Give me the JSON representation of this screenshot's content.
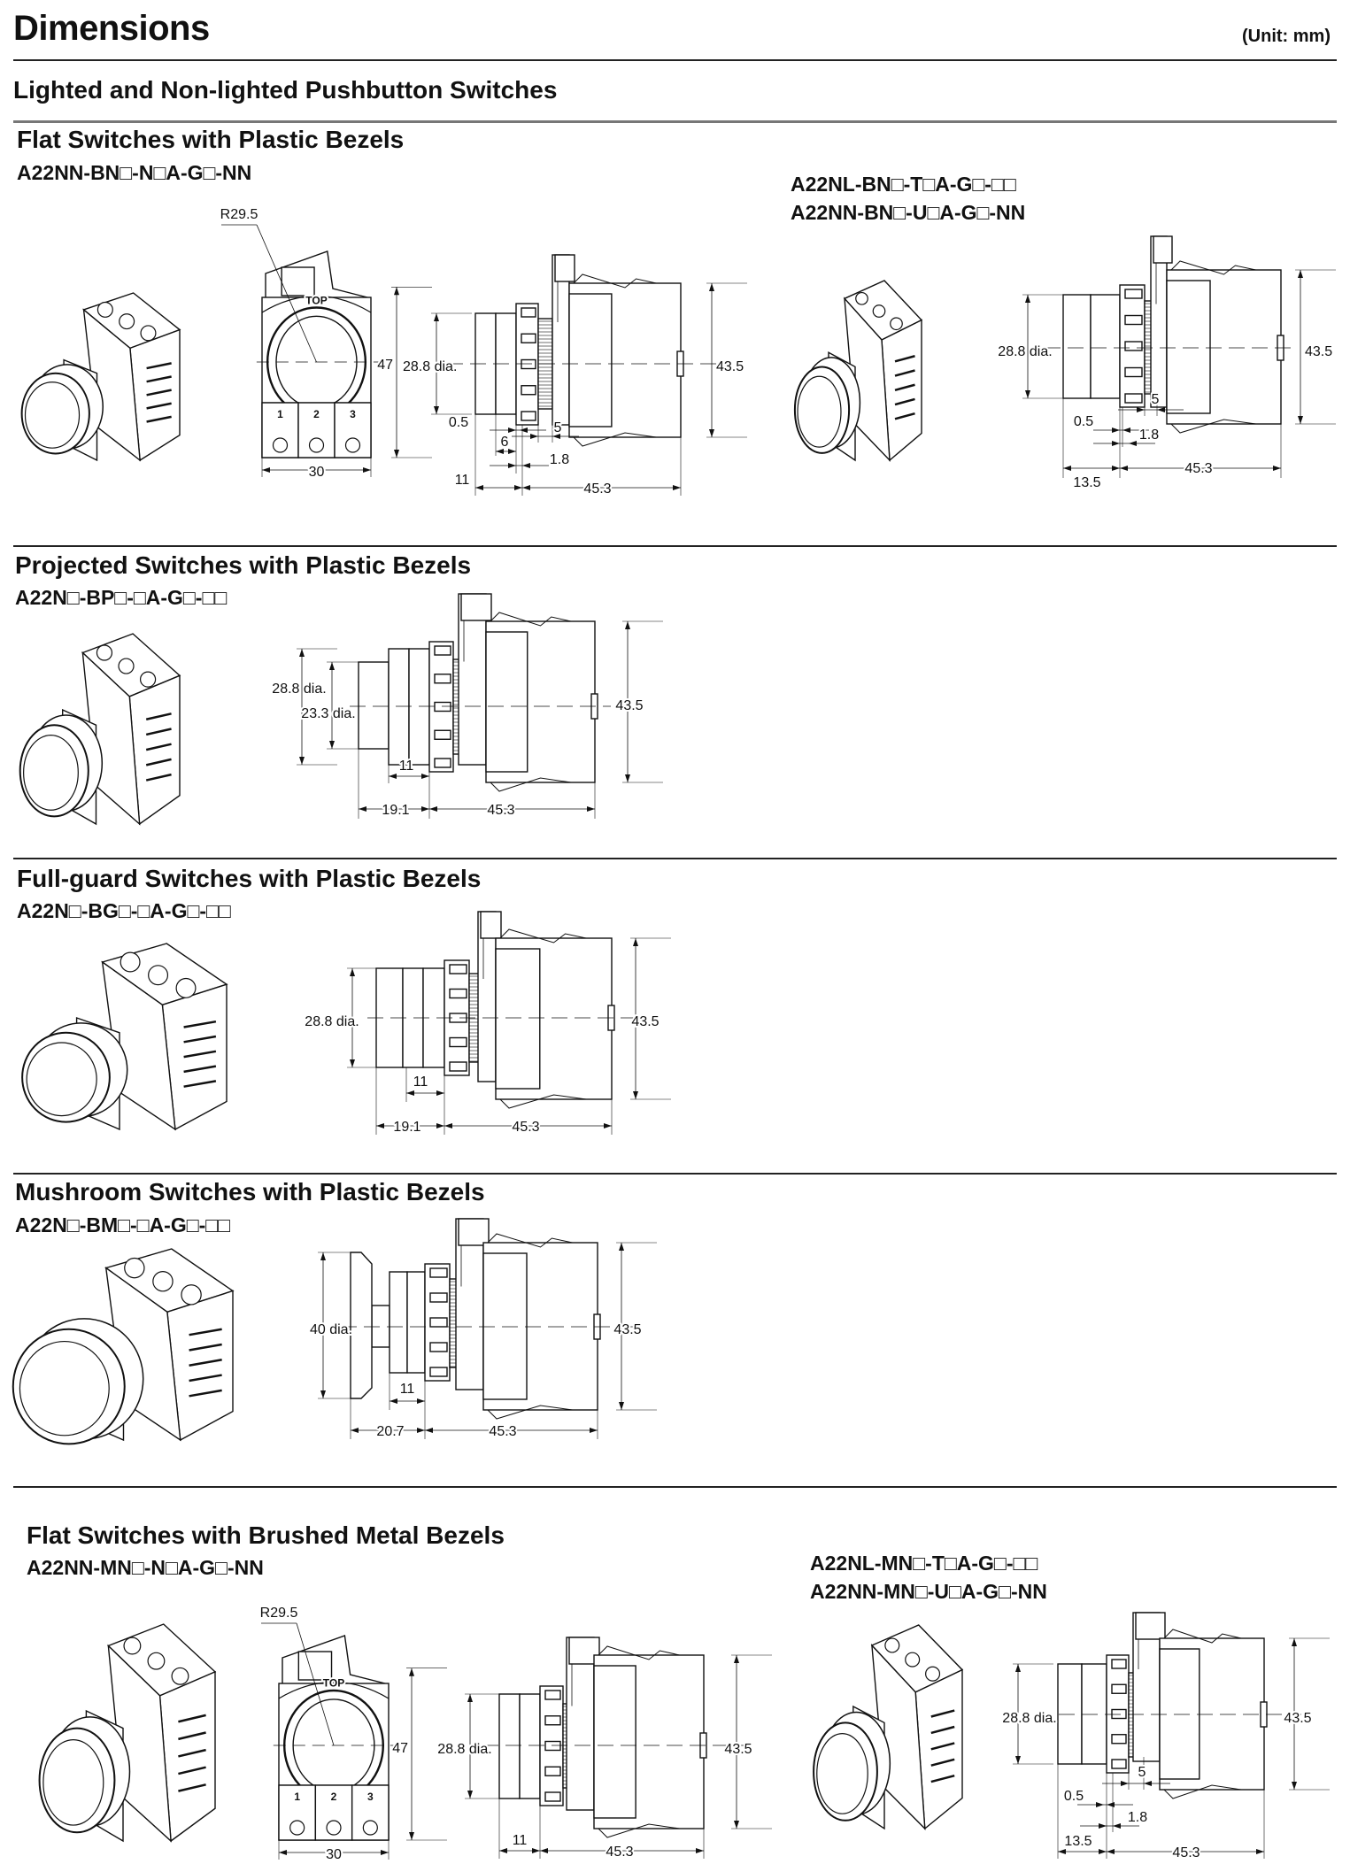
{
  "page": {
    "title": "Dimensions",
    "unit": "(Unit: mm)",
    "subtitle": "Lighted and Non-lighted Pushbutton Switches"
  },
  "sections": [
    {
      "title": "Flat Switches with Plastic Bezels",
      "model": "A22NN-BN□-N□A-G□-NN",
      "alt_models": [
        "A22NL-BN□-T□A-G□-□□",
        "A22NN-BN□-U□A-G□-NN"
      ],
      "front": {
        "radius": "R29.5",
        "height": "47",
        "width": "30",
        "top_mark": "TOP",
        "terminals": [
          "1",
          "2",
          "3"
        ]
      },
      "side": {
        "dia": "28.8 dia.",
        "body": "43.5",
        "d0_5": "0.5",
        "d5": "5",
        "d6": "6",
        "d1_8": "1.8",
        "d11": "11",
        "d45_3": "45.3"
      },
      "alt_side": {
        "dia": "28.8 dia.",
        "body": "43.5",
        "d0_5": "0.5",
        "d5": "5",
        "d1_8": "1.8",
        "d13_5": "13.5",
        "d45_3": "45.3"
      }
    },
    {
      "title": "Projected Switches with Plastic Bezels",
      "model": "A22N□-BP□-□A-G□-□□",
      "side": {
        "dia": "28.8 dia.",
        "dia2": "23.3 dia.",
        "body": "43.5",
        "d11": "11",
        "d19_1": "19.1",
        "d45_3": "45.3"
      }
    },
    {
      "title": "Full-guard Switches with Plastic Bezels",
      "model": "A22N□-BG□-□A-G□-□□",
      "side": {
        "dia": "28.8 dia.",
        "body": "43.5",
        "d11": "11",
        "d19_1": "19.1",
        "d45_3": "45.3"
      }
    },
    {
      "title": "Mushroom Switches with Plastic Bezels",
      "model": "A22N□-BM□-□A-G□-□□",
      "side": {
        "dia": "40 dia.",
        "body": "43.5",
        "d11": "11",
        "d20_7": "20.7",
        "d45_3": "45.3"
      }
    },
    {
      "title": "Flat Switches with Brushed Metal Bezels",
      "model": "A22NN-MN□-N□A-G□-NN",
      "alt_models": [
        "A22NL-MN□-T□A-G□-□□",
        "A22NN-MN□-U□A-G□-NN"
      ],
      "front": {
        "radius": "R29.5",
        "height": "47",
        "width": "30",
        "top_mark": "TOP",
        "terminals": [
          "1",
          "2",
          "3"
        ]
      },
      "side": {
        "dia": "28.8 dia.",
        "body": "43.5",
        "d11": "11",
        "d45_3": "45.3"
      },
      "alt_side": {
        "dia": "28.8 dia.",
        "body": "43.5",
        "d0_5": "0.5",
        "d5": "5",
        "d1_8": "1.8",
        "d13_5": "13.5",
        "d45_3": "45.3"
      }
    }
  ]
}
